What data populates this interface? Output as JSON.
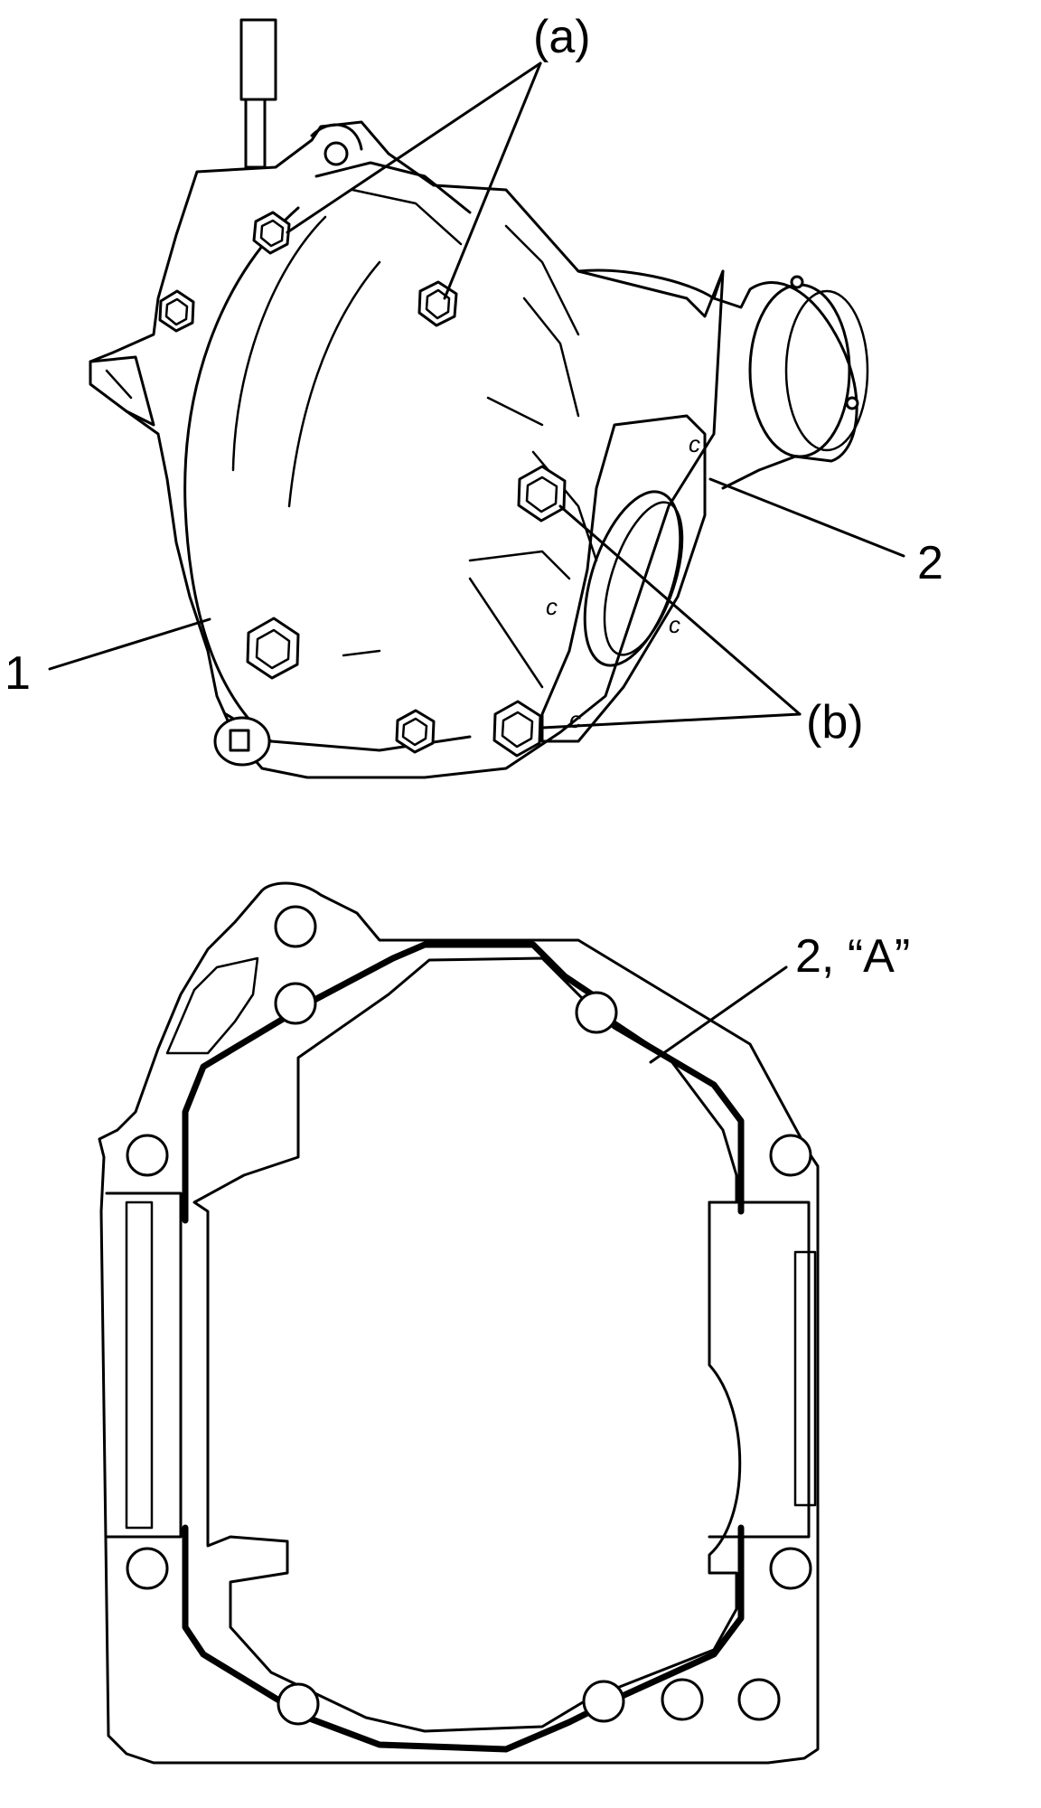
{
  "labels": {
    "callout_a": "(a)",
    "callout_b": "(b)",
    "part_1": "1",
    "part_2": "2",
    "sealant_note": "2, “A”"
  }
}
